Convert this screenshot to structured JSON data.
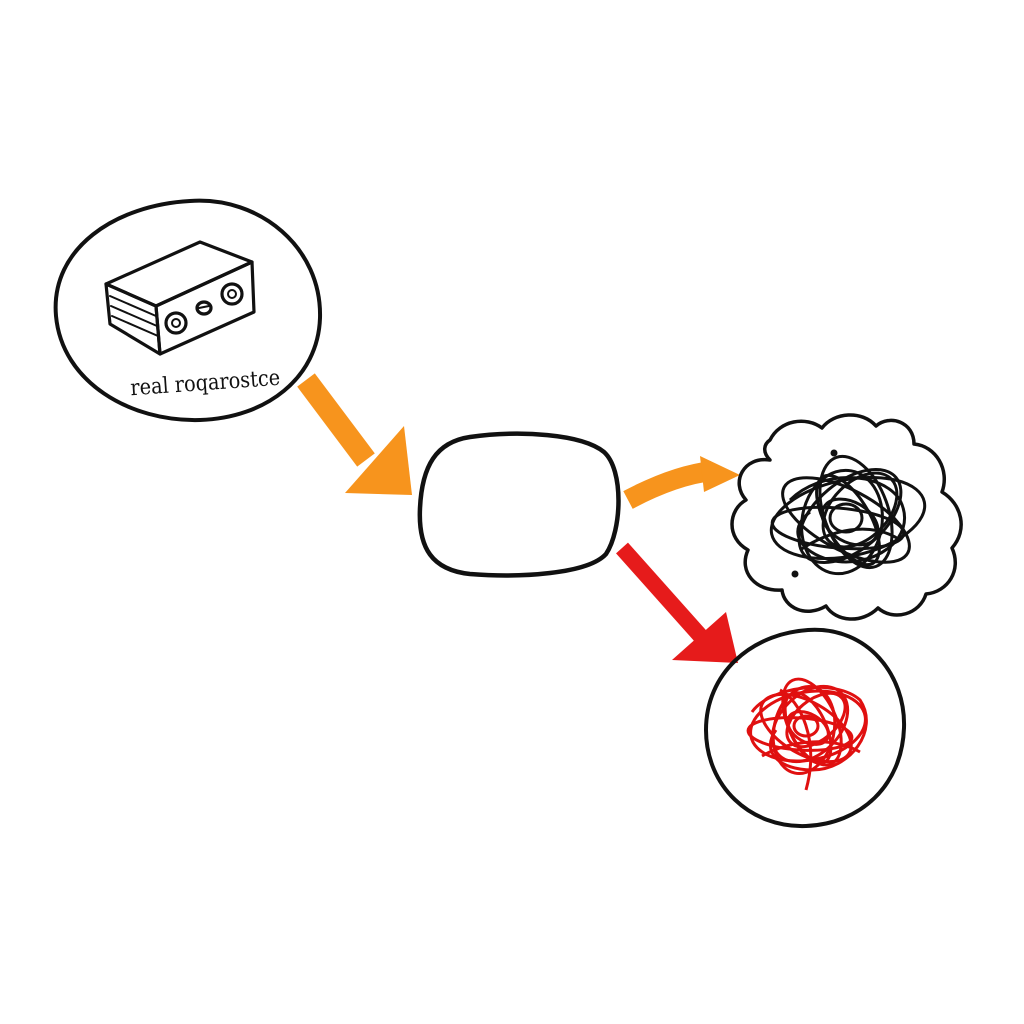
{
  "source_node": {
    "label": "real roqarostce",
    "icon": "speaker-box-icon"
  },
  "process_node": {
    "label": ""
  },
  "outputs": [
    {
      "name": "black-tangle",
      "icon": "black-scribble-cloud-icon",
      "color": "#111111"
    },
    {
      "name": "red-tangle",
      "icon": "red-scribble-circle-icon",
      "color": "#e01010"
    }
  ],
  "arrows": [
    {
      "from": "source",
      "to": "process",
      "color": "#f7941d"
    },
    {
      "from": "process",
      "to": "black-tangle",
      "color": "#f7941d"
    },
    {
      "from": "process",
      "to": "red-tangle",
      "color": "#e61b1b"
    }
  ],
  "colors": {
    "ink": "#111111",
    "orange": "#f7941d",
    "red": "#e61b1b",
    "background": "#ffffff"
  }
}
